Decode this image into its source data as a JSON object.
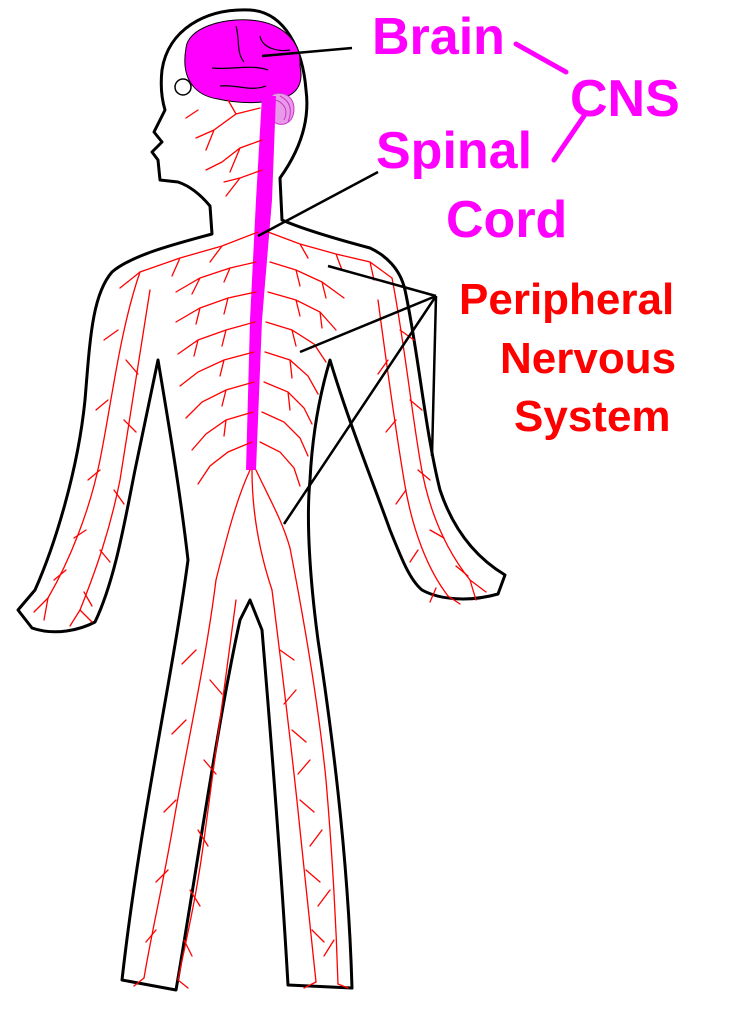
{
  "labels": {
    "brain": "Brain",
    "cns": "CNS",
    "spinal": "Spinal",
    "cord": "Cord",
    "peripheral": "Peripheral",
    "nervous": "Nervous",
    "system": "System"
  },
  "colors": {
    "cns": "#ff00ff",
    "pns": "#ff0000",
    "outline": "#000000",
    "background": "#ffffff"
  }
}
